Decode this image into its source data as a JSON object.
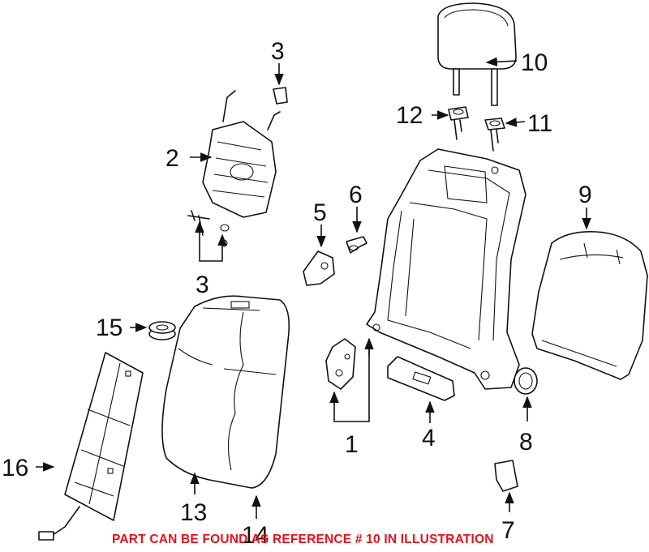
{
  "callouts": {
    "c1": "1",
    "c2": "2",
    "c3a": "3",
    "c3b": "3",
    "c4": "4",
    "c5": "5",
    "c6": "6",
    "c7": "7",
    "c8": "8",
    "c9": "9",
    "c10": "10",
    "c11": "11",
    "c12": "12",
    "c13": "13",
    "c14": "14",
    "c15": "15",
    "c16": "16"
  },
  "note": "PART CAN BE FOUND AS REFERENCE # 10 IN ILLUSTRATION",
  "colors": {
    "line": "#111111",
    "note": "#e8101a",
    "background": "#ffffff"
  }
}
